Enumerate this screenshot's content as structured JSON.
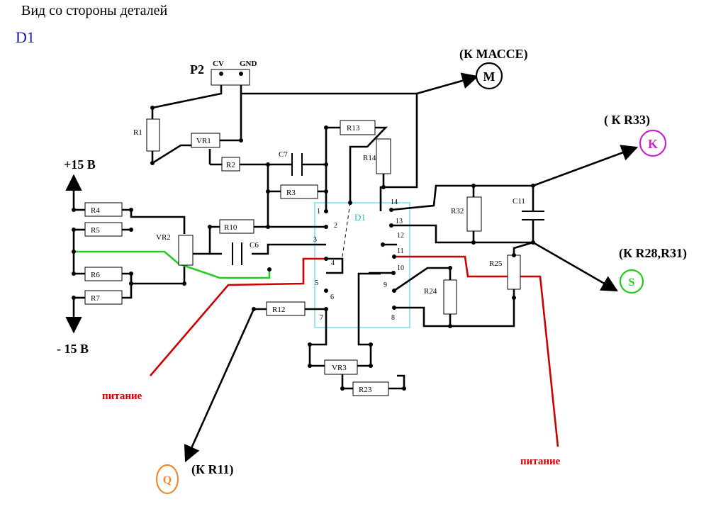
{
  "header": {
    "view_label": "Вид со стороны деталей",
    "chip_ref": "D1"
  },
  "colors": {
    "chip_outline": "#66d9e8",
    "power_wire": "#cc0000",
    "green_wire": "#22cc22",
    "mass_terminal": "#000000",
    "k_terminal": "#cc22cc",
    "s_terminal": "#22cc22",
    "q_terminal": "#ee8833"
  },
  "chip": {
    "label": "D1",
    "pins": [
      "1",
      "2",
      "3",
      "4",
      "5",
      "6",
      "7",
      "8",
      "9",
      "10",
      "11",
      "12",
      "13",
      "14"
    ]
  },
  "connector": {
    "name": "P2",
    "cv": "CV",
    "gnd": "GND"
  },
  "components": {
    "r1": "R1",
    "r2": "R2",
    "r3": "R3",
    "r4": "R4",
    "r5": "R5",
    "r6": "R6",
    "r7": "R7",
    "r10": "R10",
    "r12": "R12",
    "r13": "R13",
    "r14": "R14",
    "r23": "R23",
    "r24": "R24",
    "r25": "R25",
    "r32": "R32",
    "vr1": "VR1",
    "vr2": "VR2",
    "vr3": "VR3",
    "c6": "C6",
    "c7": "C7",
    "c11": "C11"
  },
  "rails": {
    "plus": "+15 В",
    "minus": "- 15 В"
  },
  "terminals": {
    "m": {
      "symbol": "M",
      "caption": "(К МАССЕ)"
    },
    "k": {
      "symbol": "K",
      "caption": "( К R33)"
    },
    "s": {
      "symbol": "S",
      "caption": "(К R28,R31)"
    },
    "q": {
      "symbol": "Q",
      "caption": "(К R11)"
    }
  },
  "power_labels": {
    "left": "питание",
    "right": "питание"
  }
}
